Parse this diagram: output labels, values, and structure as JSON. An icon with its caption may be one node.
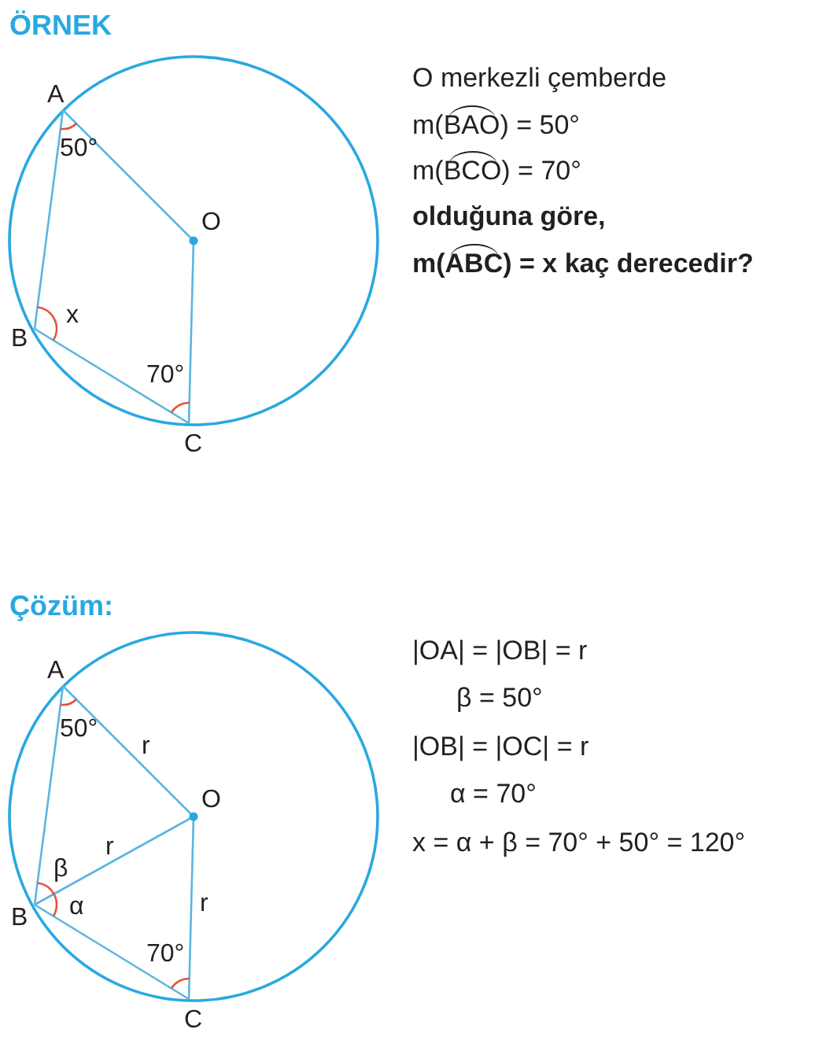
{
  "diagram": {
    "labels": [
      "ÖRNEK",
      "A",
      "50°",
      "O",
      "x",
      "B",
      "70°",
      "C",
      "O merkezli çemberde",
      "m(BAO) = 50°",
      "m(BCO) = 70°",
      "olduğuna göre,",
      "m(ABC) = x kaç derecedir?",
      "Çözüm:",
      "A",
      "50°",
      "r",
      "O",
      "r",
      "β",
      "α",
      "B",
      "r",
      "70°",
      "C",
      "|OA| = |OB| = r",
      "β = 50°",
      "|OB| = |OC| = r",
      "α = 70°",
      "x = α + β = 70° + 50° = 120°"
    ]
  }
}
